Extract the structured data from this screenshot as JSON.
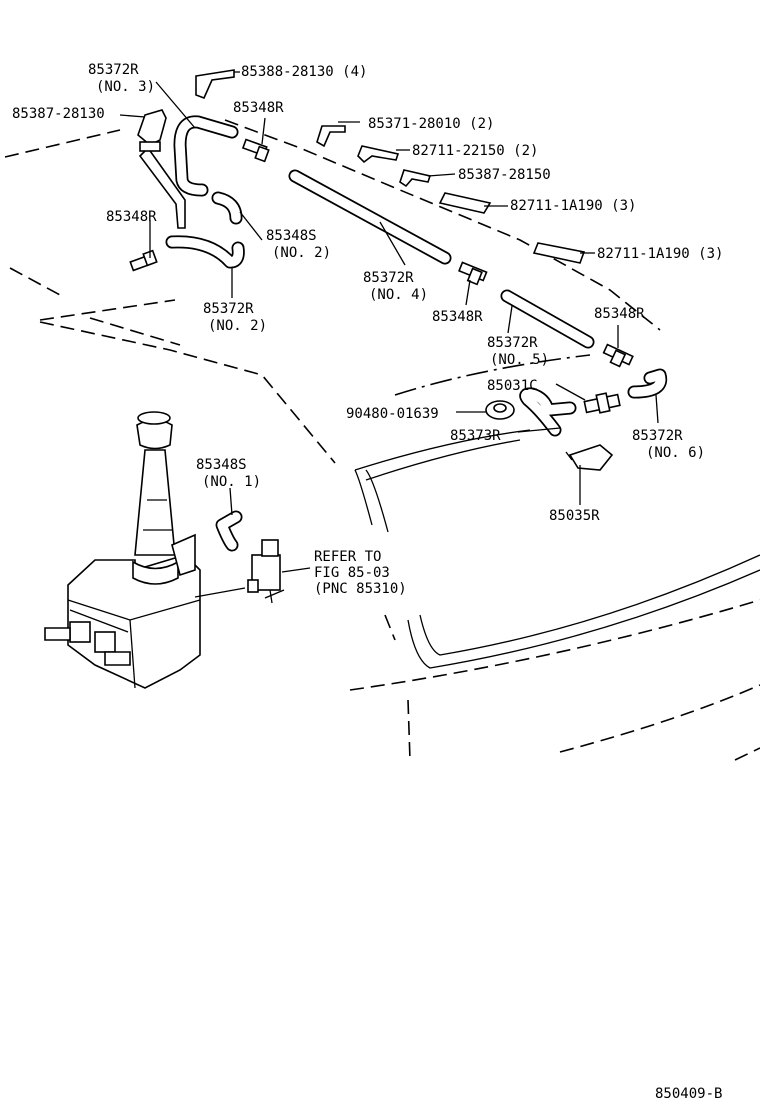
{
  "labels": {
    "p85372R_no3": "85372R",
    "p85372R_no3_sub": "(NO. 3)",
    "p85388": "85388-28130 (4)",
    "p85387_left": "85387-28130",
    "p85348R_top": "85348R",
    "p85371": "85371-28010 (2)",
    "p82711_22150": "82711-22150 (2)",
    "p85387_mid": "85387-28150",
    "p82711_1a190_a": "82711-1A190 (3)",
    "p82711_1a190_b": "82711-1A190 (3)",
    "p85348R_left": "85348R",
    "p85348S_no2": "85348S",
    "p85348S_no2_sub": "(NO. 2)",
    "p85372R_no2": "85372R",
    "p85372R_no2_sub": "(NO. 2)",
    "p85372R_no4": "85372R",
    "p85372R_no4_sub": "(NO. 4)",
    "p85348R_mid": "85348R",
    "p85348R_right": "85348R",
    "p85372R_no5": "85372R",
    "p85372R_no5_sub": "(NO. 5)",
    "p85031C": "85031C",
    "p90480": "90480-01639",
    "p85373R": "85373R",
    "p85372R_no6": "85372R",
    "p85372R_no6_sub": "(NO. 6)",
    "p85035R": "85035R",
    "p85348S_no1": "85348S",
    "p85348S_no1_sub": "(NO. 1)",
    "refer1": "REFER TO",
    "refer2": "FIG 85-03",
    "refer3": "(PNC 85310)",
    "figure_id": "850409-B"
  }
}
